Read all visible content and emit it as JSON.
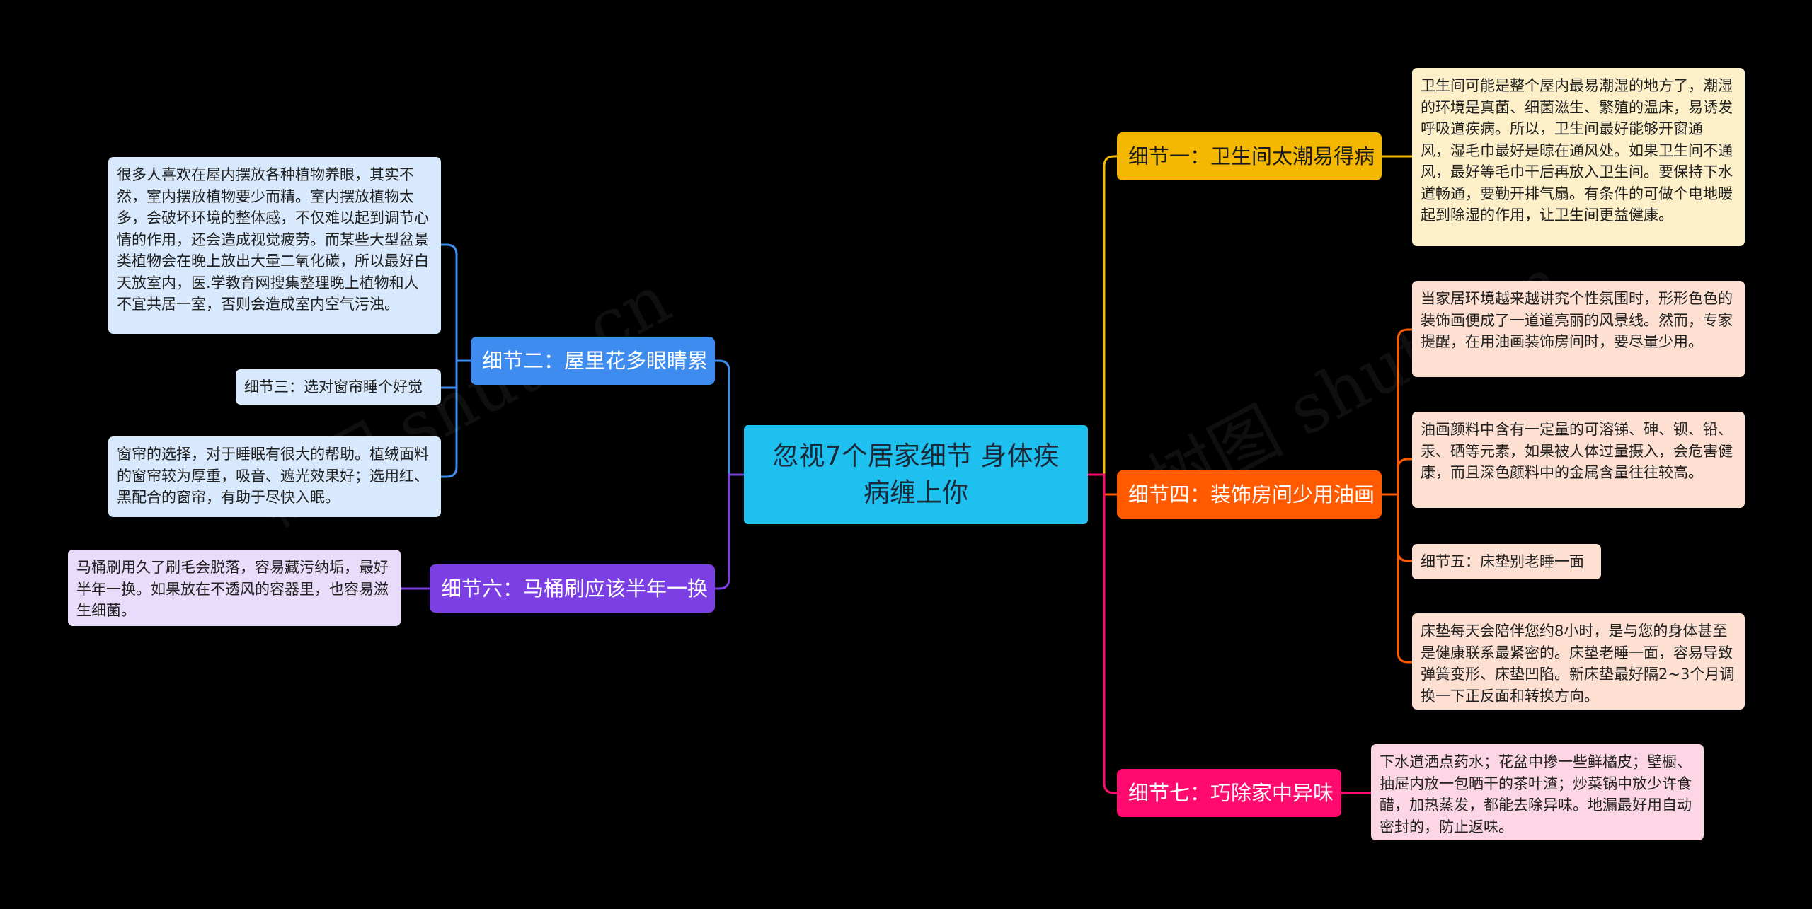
{
  "colors": {
    "background": "#000000",
    "center": "#1ec0f0",
    "yellow": "#f5b800",
    "orange": "#ff5a00",
    "pink": "#ff0a6e",
    "blue": "#3f8cf0",
    "purple": "#7b3fe4"
  },
  "center": {
    "title": "忽视7个居家细节 身体疾病缠上你"
  },
  "watermarks": [
    "树图 shutu.cn",
    "树图 shutu.cn"
  ],
  "branches": {
    "b1": {
      "label": "细节一：卫生间太潮易得病"
    },
    "b4": {
      "label": "细节四：装饰房间少用油画"
    },
    "b7": {
      "label": "细节七：巧除家中异味"
    },
    "b2": {
      "label": "细节二：屋里花多眼睛累"
    },
    "b6": {
      "label": "细节六：马桶刷应该半年一换"
    }
  },
  "leaves": {
    "l1": "卫生间可能是整个屋内最易潮湿的地方了，潮湿的环境是真菌、细菌滋生、繁殖的温床，易诱发呼吸道疾病。所以，卫生间最好能够开窗通 风，湿毛巾最好是晾在通风处。如果卫生间不通风，最好等毛巾干后再放入卫生间。要保持下水道畅通，要勤开排气扇。有条件的可做个电地暖起到除湿的作用，让卫生间更益健康。",
    "l4a": "当家居环境越来越讲究个性氛围时，形形色色的装饰画便成了一道道亮丽的风景线。然而，专家提醒，在用油画装饰房间时，要尽量少用。",
    "l4b": "油画颜料中含有一定量的可溶锑、砷、钡、铅、汞、硒等元素，如果被人体过量摄入，会危害健康，而且深色颜料中的金属含量往往较高。",
    "l4c": "细节五：床垫别老睡一面",
    "l4d": "床垫每天会陪伴您约8小时，是与您的身体甚至是健康联系最紧密的。床垫老睡一面，容易导致弹簧变形、床垫凹陷。新床垫最好隔2~3个月调换一下正反面和转换方向。",
    "l7": "下水道洒点药水；花盆中掺一些鲜橘皮；壁橱、抽屉内放一包晒干的茶叶渣；炒菜锅中放少许食醋，加热蒸发，都能去除异味。地漏最好用自动密封的，防止返味。",
    "l2a": "很多人喜欢在屋内摆放各种植物养眼，其实不然，室内摆放植物要少而精。室内摆放植物太多，会破坏环境的整体感，不仅难以起到调节心情的作用，还会造成视觉疲劳。而某些大型盆景类植物会在晚上放出大量二氧化碳，所以最好白天放室内，医.学教育网搜集整理晚上植物和人不宜共居一室，否则会造成室内空气污浊。",
    "l2b": "细节三：选对窗帘睡个好觉",
    "l2c": "窗帘的选择，对于睡眠有很大的帮助。植绒面料的窗帘较为厚重，吸音、遮光效果好；选用红、黑配合的窗帘，有助于尽快入眠。",
    "l6": "马桶刷用久了刷毛会脱落，容易藏污纳垢，最好半年一换。如果放在不透风的容器里，也容易滋生细菌。"
  }
}
